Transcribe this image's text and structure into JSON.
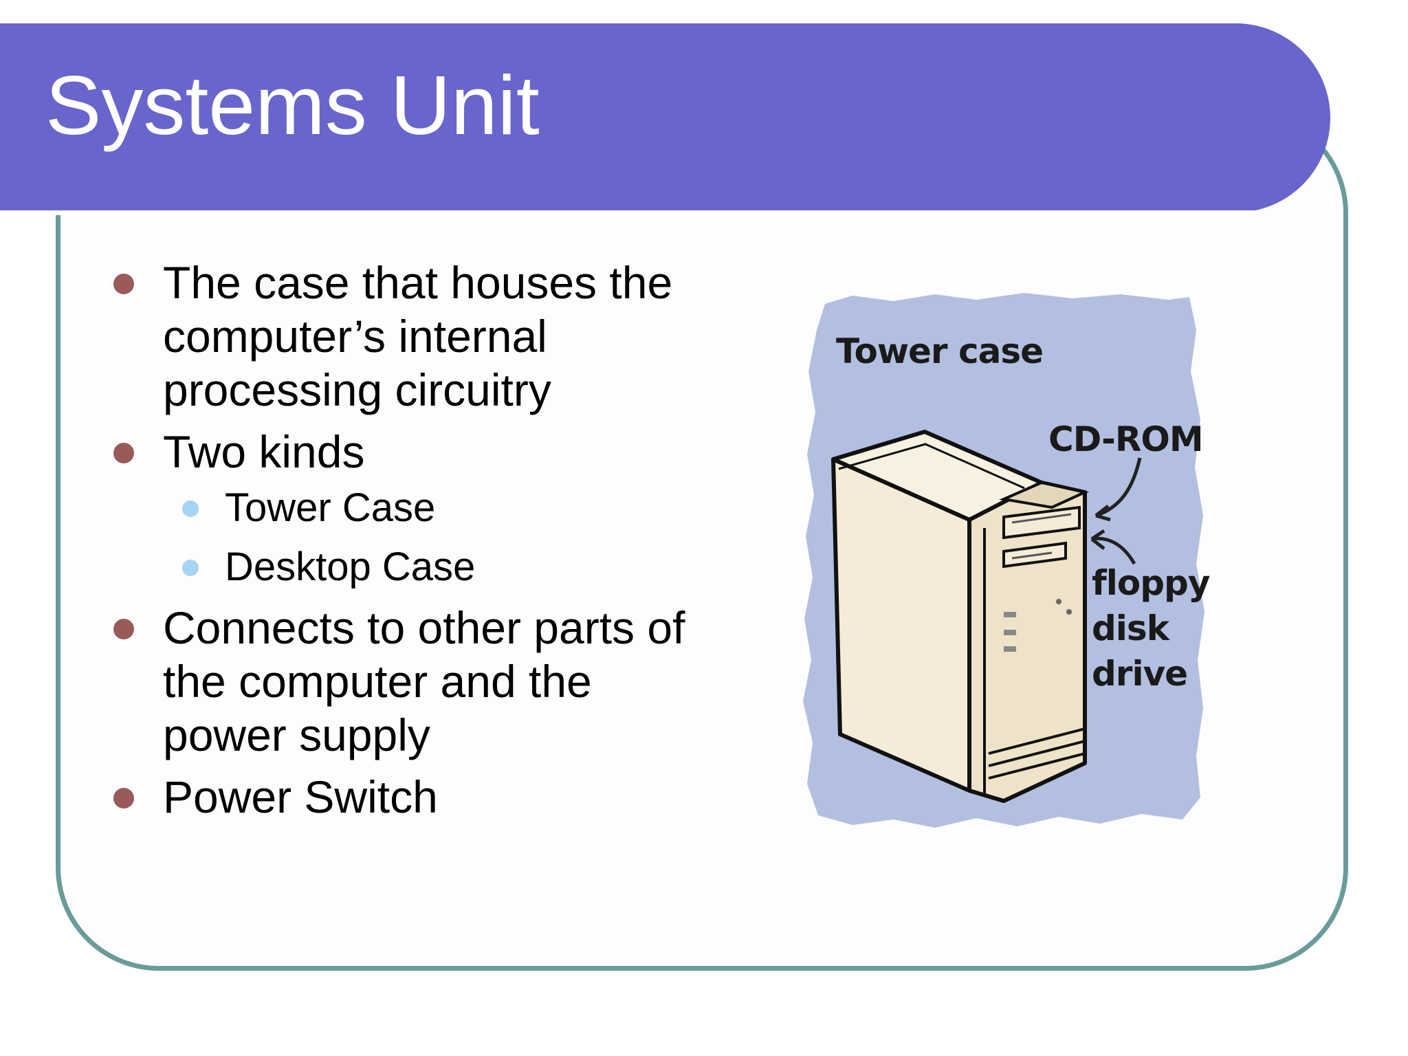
{
  "slide": {
    "title": "Systems Unit",
    "bullets": [
      {
        "text": "The case that houses the computer’s internal processing circuitry"
      },
      {
        "text": "Two kinds",
        "sub": [
          "Tower Case",
          "Desktop Case"
        ]
      },
      {
        "text": "Connects to other parts of the computer and the power supply"
      },
      {
        "text": "Power Switch"
      }
    ]
  },
  "illustration": {
    "labels": {
      "tower_case": "Tower case",
      "cd_rom": "CD-ROM",
      "floppy_line1": "floppy",
      "floppy_line2": "disk",
      "floppy_line3": "drive"
    }
  },
  "colors": {
    "title_bar": "#6865cc",
    "frame_border": "#6a9b9b",
    "main_bullet": "#9a5a5a",
    "sub_bullet": "#a7d3f5",
    "illustration_bg": "#b3bfe0",
    "case_body": "#f4ecd8"
  }
}
